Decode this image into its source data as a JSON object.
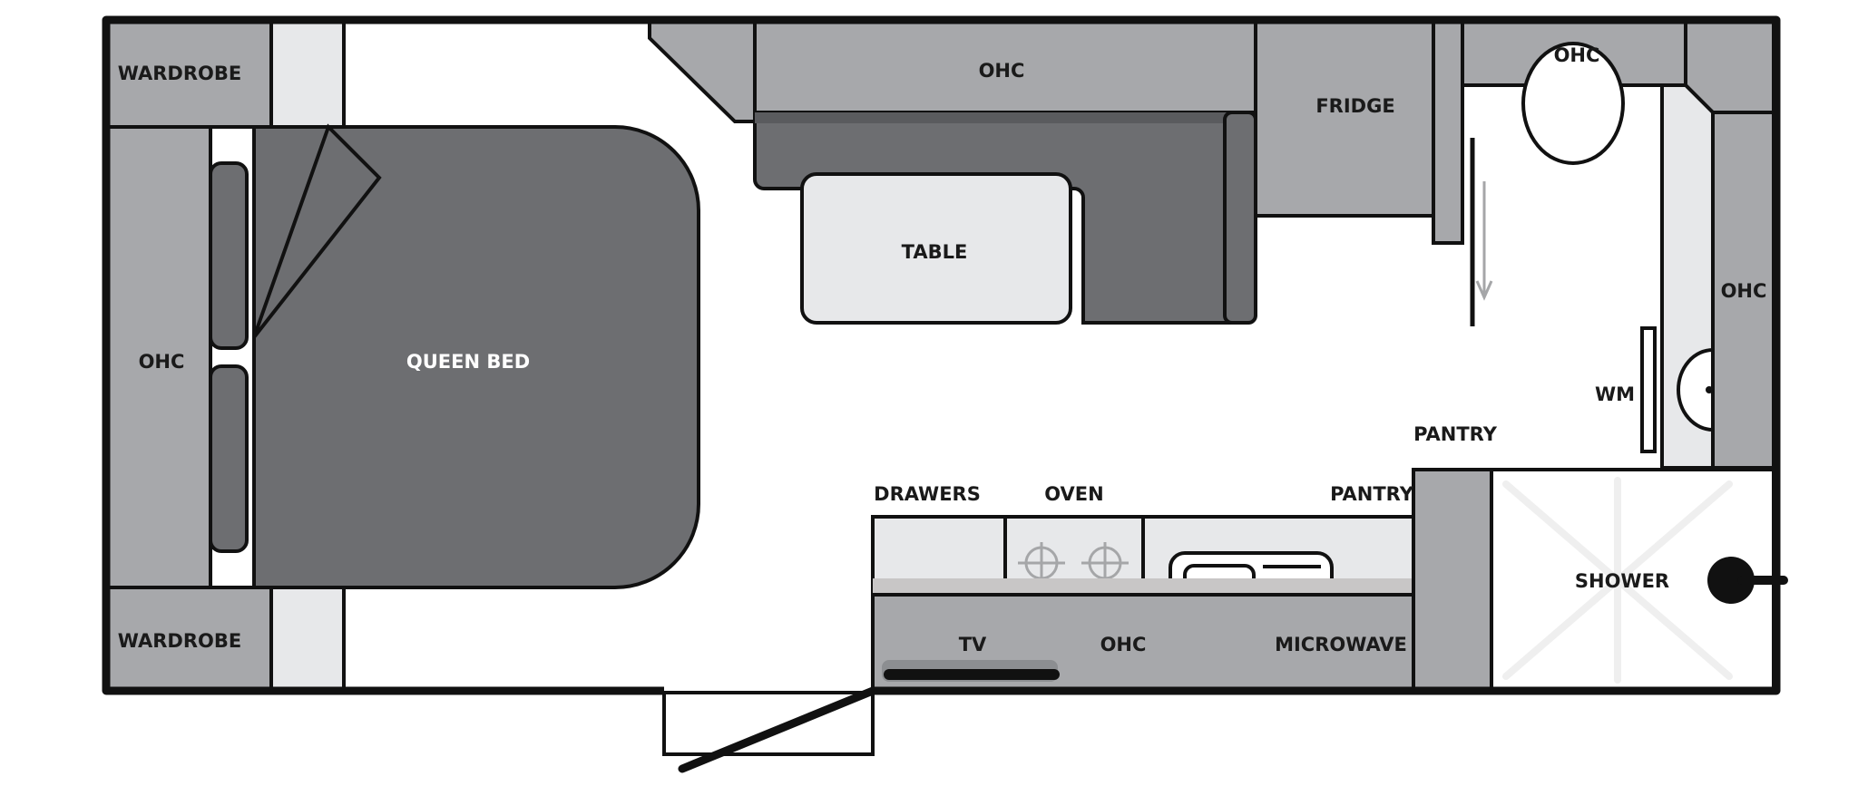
{
  "colors": {
    "wall": "#111111",
    "cabinet": "#a7a8ab",
    "cabinet_light": "#e7e8ea",
    "seat": "#6d6e71",
    "shadow": "#c8c6c6",
    "floor": "#ffffff",
    "fixture_gray": "#a5a6a8"
  },
  "labels": {
    "wardrobe_top": "WARDROBE",
    "wardrobe_bottom": "WARDROBE",
    "ohc_left": "OHC",
    "queen_bed": "QUEEN BED",
    "ohc_top_center": "OHC",
    "table": "TABLE",
    "fridge": "FRIDGE",
    "ohc_top_right": "OHC",
    "ohc_right": "OHC",
    "wm": "WM",
    "pantry_upper": "PANTRY",
    "pantry_lower": "PANTRY",
    "drawers": "DRAWERS",
    "oven": "OVEN",
    "shower": "SHOWER",
    "tv": "TV",
    "ohc_bottom": "OHC",
    "microwave": "MICROWAVE"
  },
  "icons": {
    "door": "swing-door-icon",
    "cooktop": "cooktop-burner-icon",
    "sink": "sink-icon",
    "toilet": "toilet-icon",
    "shower_tap": "shower-tap-icon",
    "sliding_door": "sliding-door-arrow-icon"
  }
}
